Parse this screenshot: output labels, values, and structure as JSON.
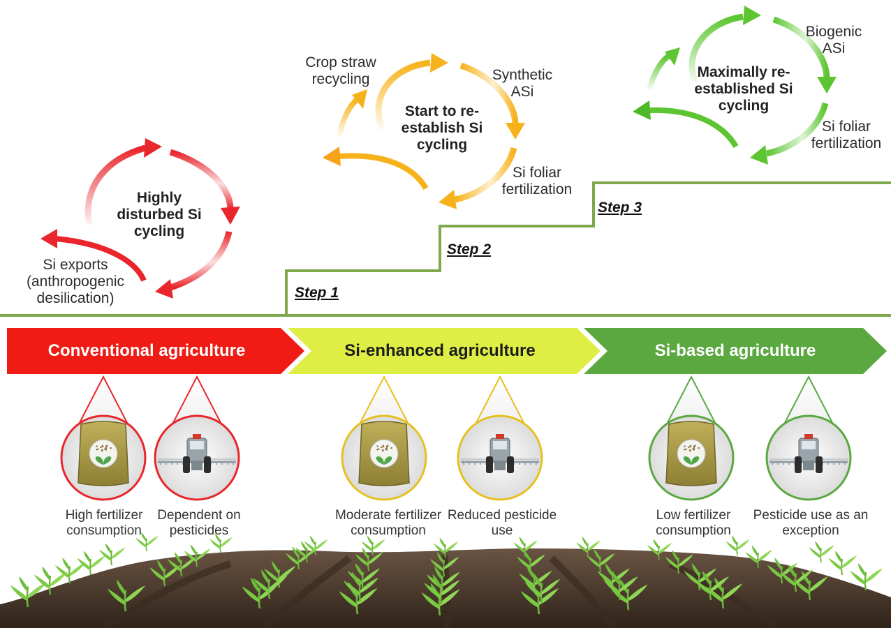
{
  "cycles": [
    {
      "title": "Highly disturbed Si cycling",
      "color": "#e8262c",
      "labels": [
        "Si exports (anthropogenic desilication)"
      ]
    },
    {
      "title": "Start to re-establish Si cycling",
      "color": "#f6b21a",
      "labels": [
        "Crop straw recycling",
        "Synthetic ASi",
        "Si foliar fertilization"
      ]
    },
    {
      "title": "Maximally re-established Si cycling",
      "color": "#5cc531",
      "labels": [
        "Biogenic ASi",
        "Si foliar fertilization"
      ]
    }
  ],
  "steps": [
    "Step 1",
    "Step 2",
    "Step 3"
  ],
  "banners": [
    {
      "label": "Conventional agriculture",
      "color": "#ef1b14",
      "text_color": "#ffffff"
    },
    {
      "label": "Si-enhanced agriculture",
      "color": "#dfee44",
      "text_color": "#1d1d1d"
    },
    {
      "label": "Si-based agriculture",
      "color": "#5aa83f",
      "text_color": "#ffffff"
    }
  ],
  "practices": [
    {
      "caption": "High fertilizer consumption",
      "icon": "fertilizer-bag-icon",
      "ring_color": "#e8262c"
    },
    {
      "caption": "Dependent on pesticides",
      "icon": "tractor-sprayer-icon",
      "ring_color": "#e8262c"
    },
    {
      "caption": "Moderate fertilizer consumption",
      "icon": "fertilizer-bag-icon",
      "ring_color": "#e6c020"
    },
    {
      "caption": "Reduced pesticide use",
      "icon": "tractor-sprayer-icon",
      "ring_color": "#e6c020"
    },
    {
      "caption": "Low fertilizer consumption",
      "icon": "fertilizer-bag-icon",
      "ring_color": "#5aa83f"
    },
    {
      "caption": "Pesticide use as an exception",
      "icon": "tractor-sprayer-icon",
      "ring_color": "#5aa83f"
    }
  ],
  "colors": {
    "stair_line": "#7fa84d",
    "soil": "#4a3829",
    "crop": "#7ac943"
  }
}
